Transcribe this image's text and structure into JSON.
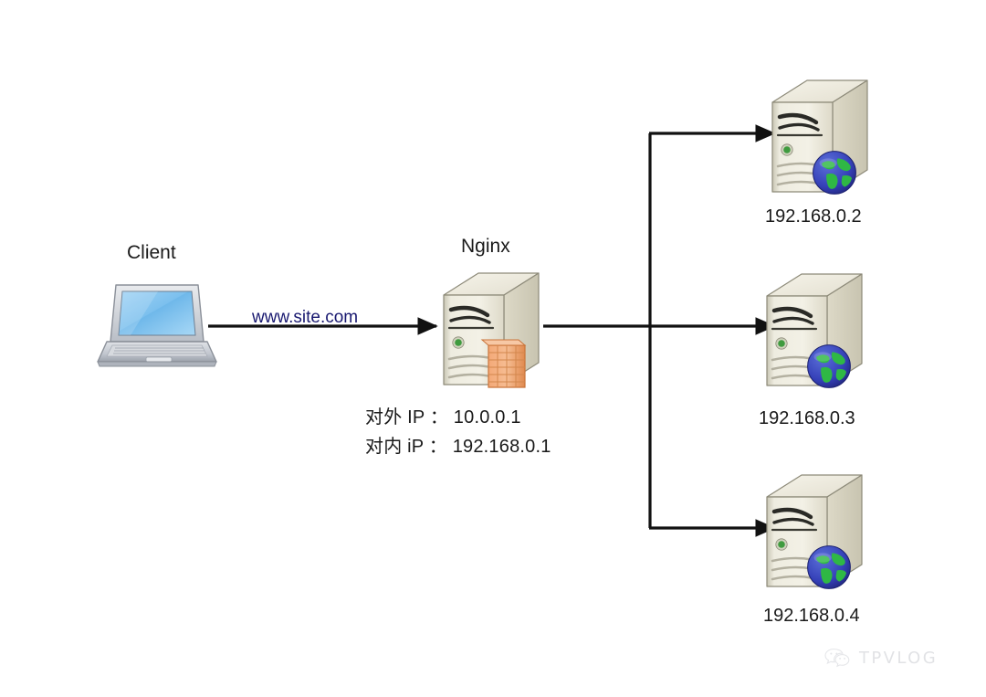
{
  "diagram": {
    "title": "Nginx reverse proxy load balancing topology",
    "background_color": "#ffffff",
    "line_color": "#111111",
    "url_color": "#191970"
  },
  "client": {
    "label": "Client",
    "icon": "laptop-icon"
  },
  "link_client_to_nginx": {
    "label": "www.site.com"
  },
  "nginx": {
    "label": "Nginx",
    "icon": "server-tower-icon",
    "overlay_icon": "firewall-brick-icon",
    "external_ip_line": "对外 IP ： 10.0.0.1",
    "internal_ip_line": "对内 iP ： 192.168.0.1"
  },
  "backend_servers": [
    {
      "label": "192.168.0.2",
      "icon": "server-tower-icon",
      "badge_icon": "globe-icon"
    },
    {
      "label": "192.168.0.3",
      "icon": "server-tower-icon",
      "badge_icon": "globe-icon"
    },
    {
      "label": "192.168.0.4",
      "icon": "server-tower-icon",
      "badge_icon": "globe-icon"
    }
  ],
  "watermark": {
    "text": "TPVLOG",
    "icon": "wechat-icon"
  }
}
